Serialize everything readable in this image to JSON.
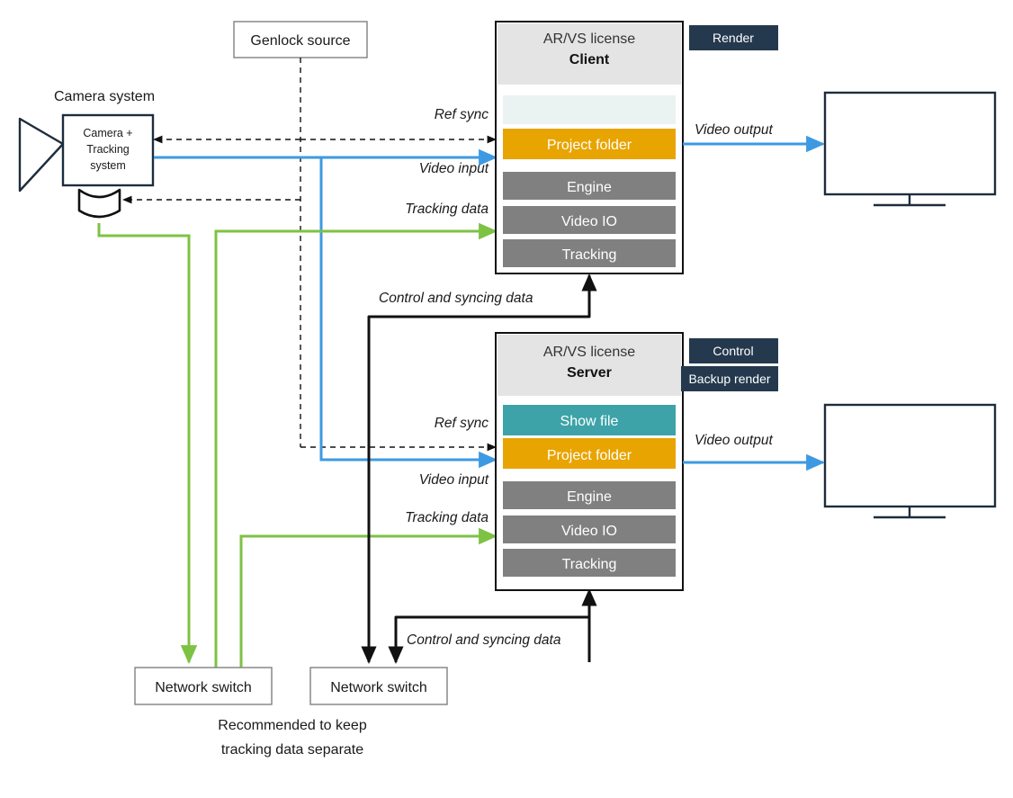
{
  "colors": {
    "blue": "#3d9ae2",
    "green": "#7ec243",
    "black": "#111111",
    "orange": "#e8a400",
    "teal": "#3da3a8",
    "grey": "#808080",
    "navy": "#24394d",
    "header_bg": "#e4e4e4",
    "placeholder": "#eaf2f2",
    "outline": "#1d2d3d",
    "box_outline": "#808080"
  },
  "camera": {
    "title": "Camera system",
    "body_lines": [
      "Camera +",
      "Tracking",
      "system"
    ],
    "tracker_name": "tracking-device"
  },
  "genlock": {
    "label": "Genlock source"
  },
  "client": {
    "header_top": "AR/VS license",
    "header_bottom": "Client",
    "rows": [
      {
        "label": "",
        "kind": "placeholder"
      },
      {
        "label": "Project folder",
        "kind": "orange"
      },
      {
        "label": "Engine",
        "kind": "grey"
      },
      {
        "label": "Video IO",
        "kind": "grey"
      },
      {
        "label": "Tracking",
        "kind": "grey"
      }
    ],
    "badges": [
      "Render"
    ]
  },
  "server": {
    "header_top": "AR/VS license",
    "header_bottom": "Server",
    "rows": [
      {
        "label": "Show file",
        "kind": "teal"
      },
      {
        "label": "Project folder",
        "kind": "orange"
      },
      {
        "label": "Engine",
        "kind": "grey"
      },
      {
        "label": "Video IO",
        "kind": "grey"
      },
      {
        "label": "Tracking",
        "kind": "grey"
      }
    ],
    "badges": [
      "Control",
      "Backup render"
    ]
  },
  "connections": {
    "ref_sync": "Ref sync",
    "video_input": "Video input",
    "tracking_data": "Tracking data",
    "video_output": "Video output",
    "control_sync": "Control and syncing data"
  },
  "switches": {
    "left_label": "Network switch",
    "right_label": "Network switch",
    "note_lines": [
      "Recommended to keep",
      "tracking data separate"
    ]
  },
  "monitors": {
    "top_name": "monitor-top",
    "bottom_name": "monitor-bottom"
  }
}
